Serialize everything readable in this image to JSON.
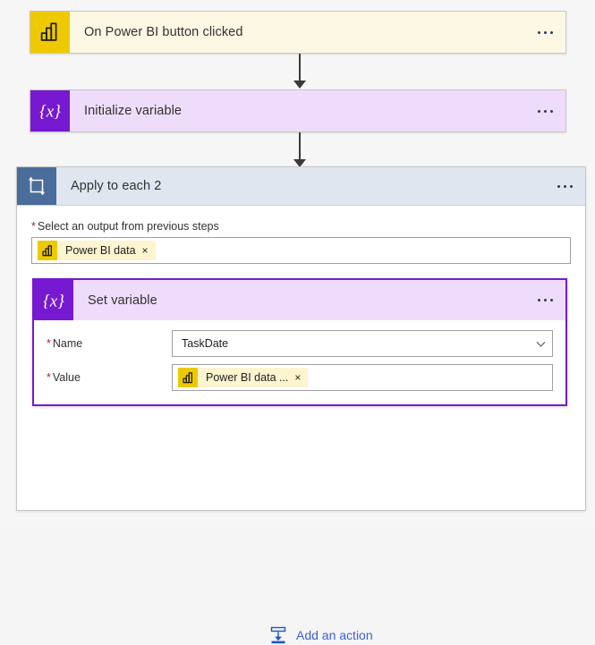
{
  "flow": {
    "trigger": {
      "title": "On Power BI button clicked",
      "icon": "power-bi-icon",
      "icon_bg": "#eec900",
      "card_bg": "#fdf8e4",
      "menu": "..."
    },
    "init_variable": {
      "title": "Initialize variable",
      "icon": "variable-icon",
      "icon_bg": "#7719d0",
      "card_bg": "#efdcfb",
      "menu": "..."
    },
    "apply_to_each": {
      "title": "Apply to each 2",
      "icon": "loop-icon",
      "icon_bg": "#4a6d9b",
      "header_bg": "#dfe6ef",
      "menu": "...",
      "output_field": {
        "required_marker": "*",
        "label": "Select an output from previous steps",
        "token": {
          "text": "Power BI data",
          "remove": "×",
          "icon": "power-bi-icon"
        }
      },
      "set_variable": {
        "title": "Set variable",
        "icon": "variable-icon",
        "icon_bg": "#7719d0",
        "header_bg": "#efdcfb",
        "border_color": "#7719d0",
        "menu": "...",
        "fields": [
          {
            "required_marker": "*",
            "label": "Name",
            "control": "dropdown",
            "value": "TaskDate"
          },
          {
            "required_marker": "*",
            "label": "Value",
            "control": "token",
            "token": {
              "text": "Power BI data ...",
              "remove": "×",
              "icon": "power-bi-icon"
            }
          }
        ]
      },
      "add_action": {
        "label": "Add an action",
        "icon": "insert-action-icon",
        "color": "#3b5fe0"
      }
    }
  }
}
